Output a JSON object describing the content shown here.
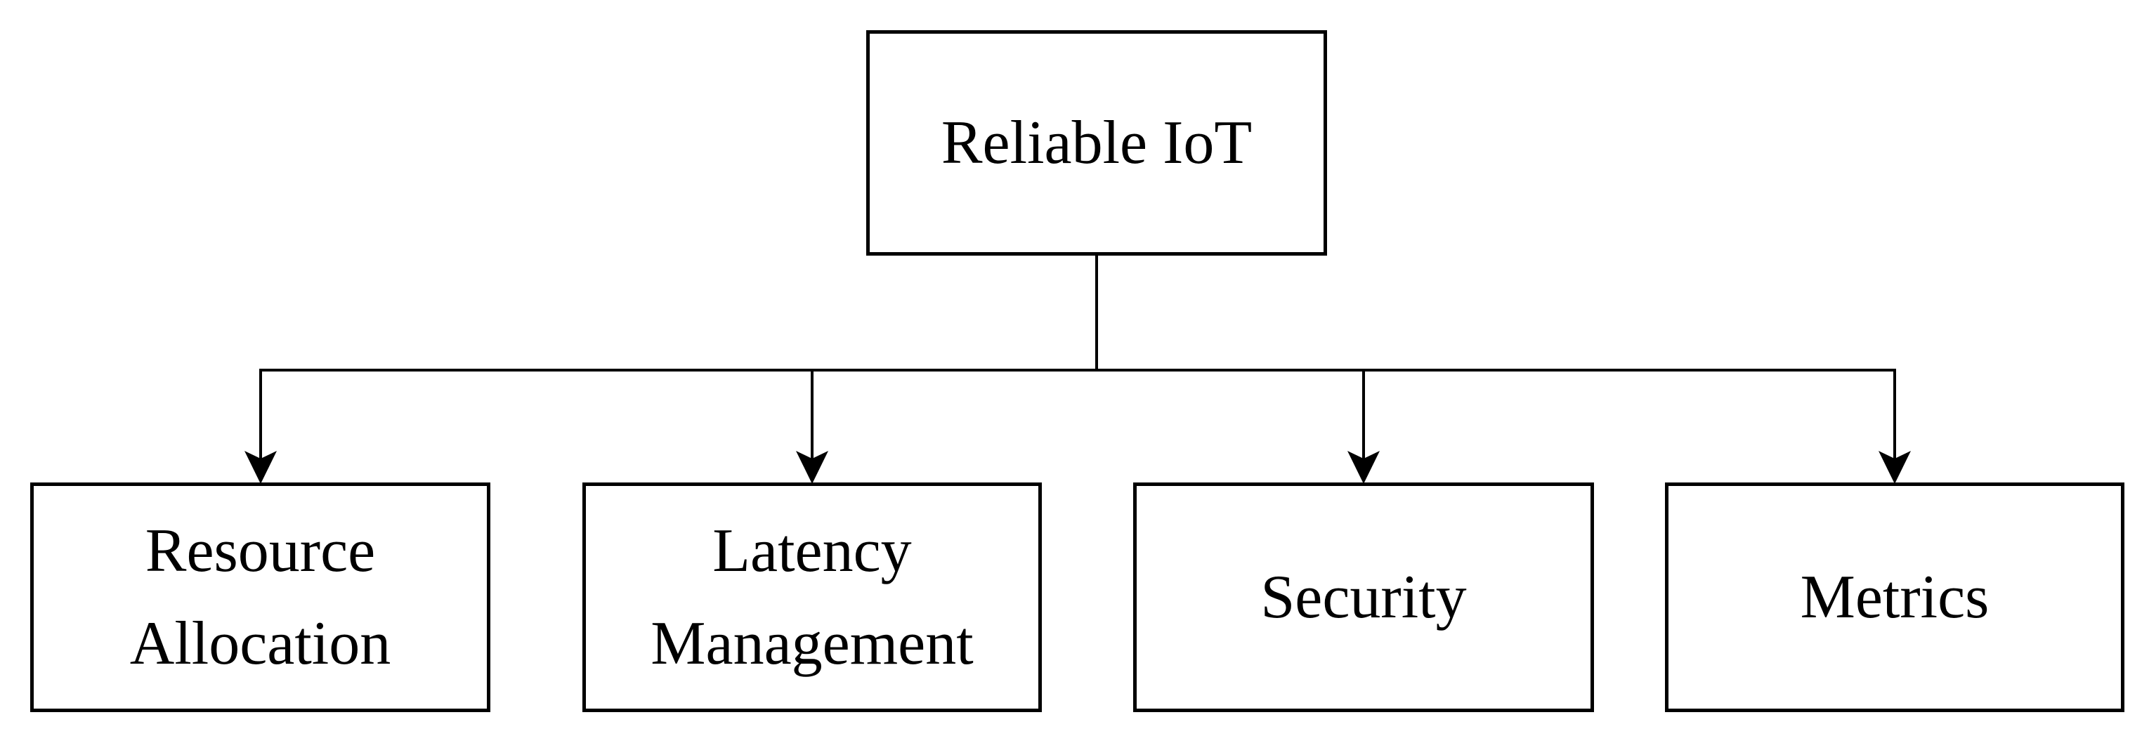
{
  "diagram": {
    "type": "tree",
    "background_color": "#ffffff",
    "line_color": "#000000",
    "text_color": "#000000",
    "root": {
      "label": "Reliable IoT"
    },
    "children": [
      {
        "label": "Resource Allocation"
      },
      {
        "label": "Latency Management"
      },
      {
        "label": "Security"
      },
      {
        "label": "Metrics"
      }
    ],
    "edges": [
      {
        "from": "Reliable IoT",
        "to": "Resource Allocation"
      },
      {
        "from": "Reliable IoT",
        "to": "Latency Management"
      },
      {
        "from": "Reliable IoT",
        "to": "Security"
      },
      {
        "from": "Reliable IoT",
        "to": "Metrics"
      }
    ]
  }
}
